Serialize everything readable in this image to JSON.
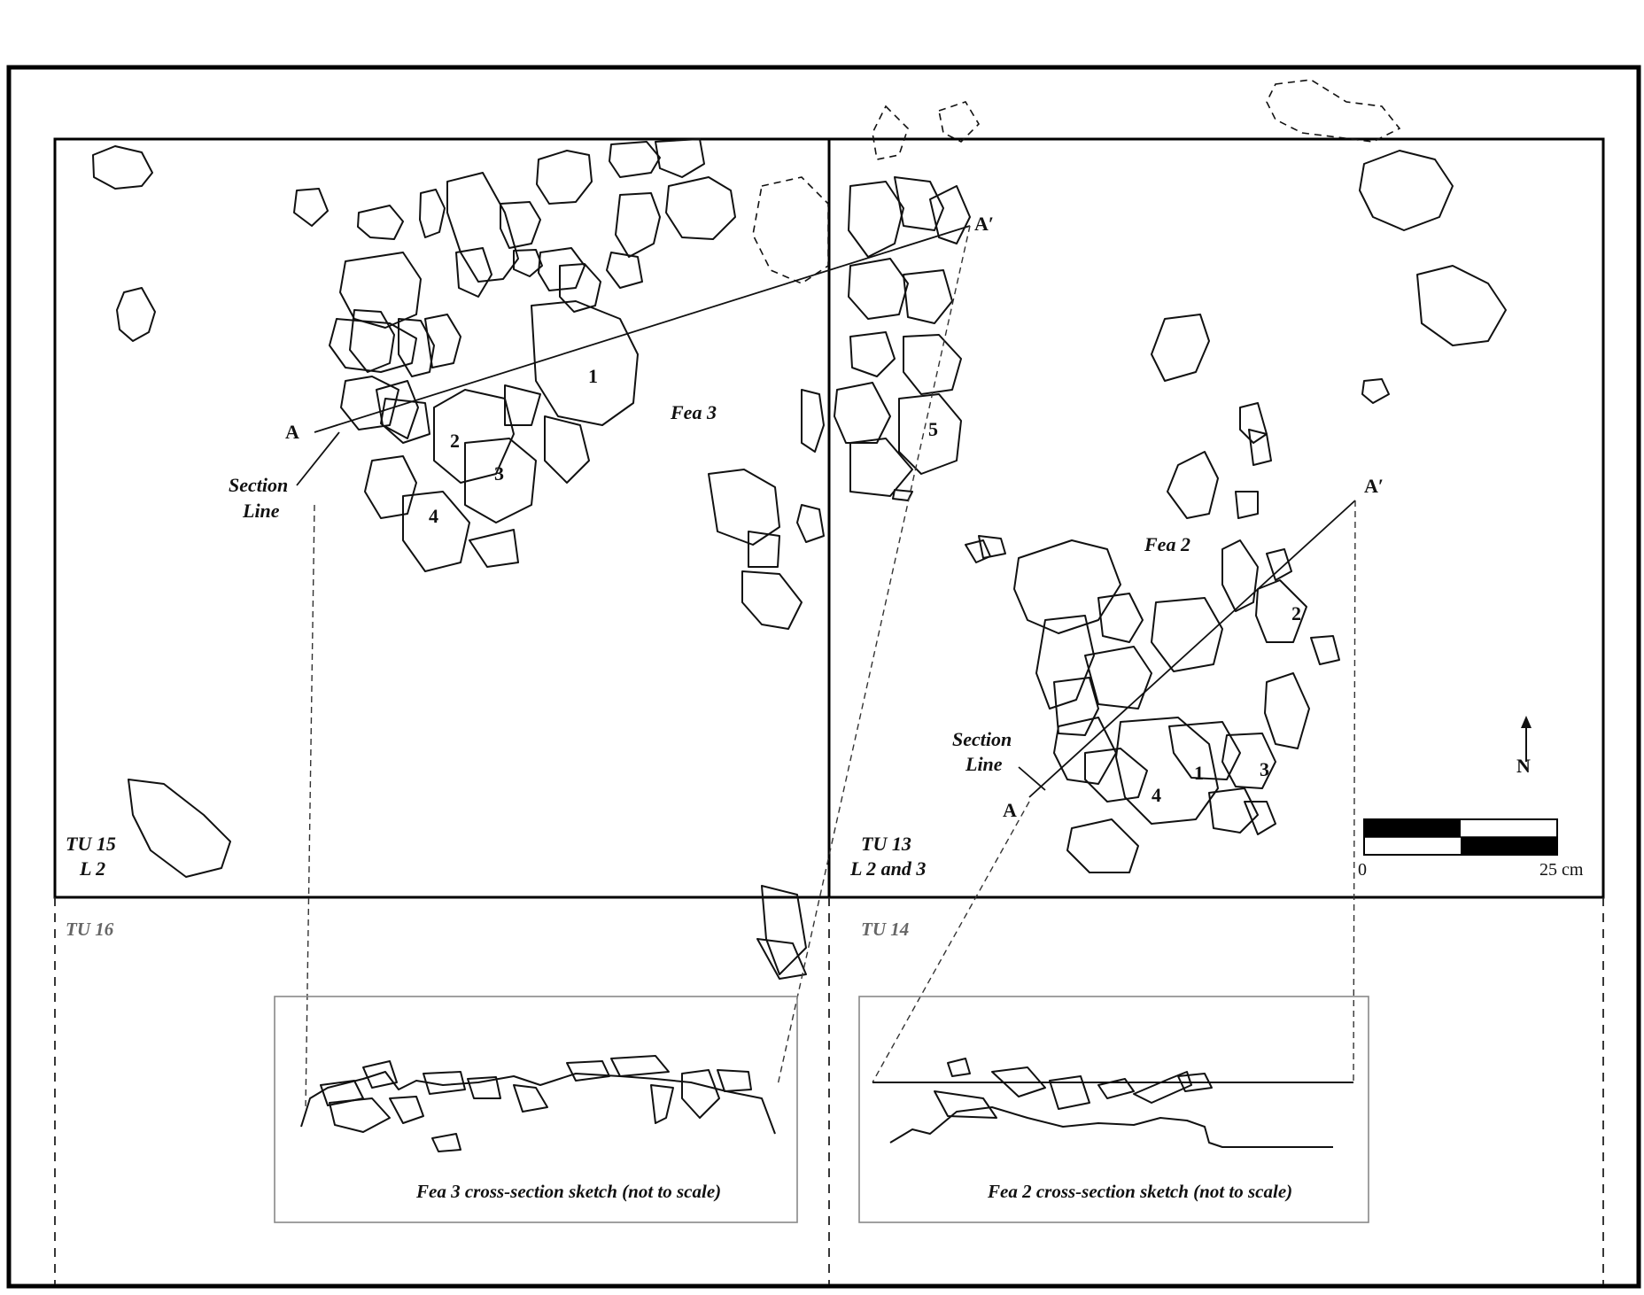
{
  "units": {
    "tu15": {
      "name": "TU 15",
      "level": "L 2"
    },
    "tu13": {
      "name": "TU 13",
      "level": "L 2 and 3"
    },
    "tu16": {
      "name": "TU 16"
    },
    "tu14": {
      "name": "TU 14"
    }
  },
  "features": {
    "fea3": {
      "label": "Fea 3",
      "rock_numbers": [
        "1",
        "2",
        "3",
        "4",
        "5"
      ]
    },
    "fea2": {
      "label": "Fea 2",
      "rock_numbers": [
        "1",
        "2",
        "3",
        "4"
      ]
    }
  },
  "section_lines": {
    "label_line1": "Section",
    "label_line2": "Line",
    "start": "A",
    "end": "A′"
  },
  "north_arrow": {
    "label": "N"
  },
  "scale_bar": {
    "min_label": "0",
    "max_label": "25 cm"
  },
  "cross_sections": {
    "fea3_caption": "Fea 3 cross-section sketch (not to scale)",
    "fea2_caption": "Fea 2 cross-section sketch (not to scale)"
  },
  "colors": {
    "ink": "#111111",
    "inset_border": "#888888",
    "background": "#ffffff"
  }
}
